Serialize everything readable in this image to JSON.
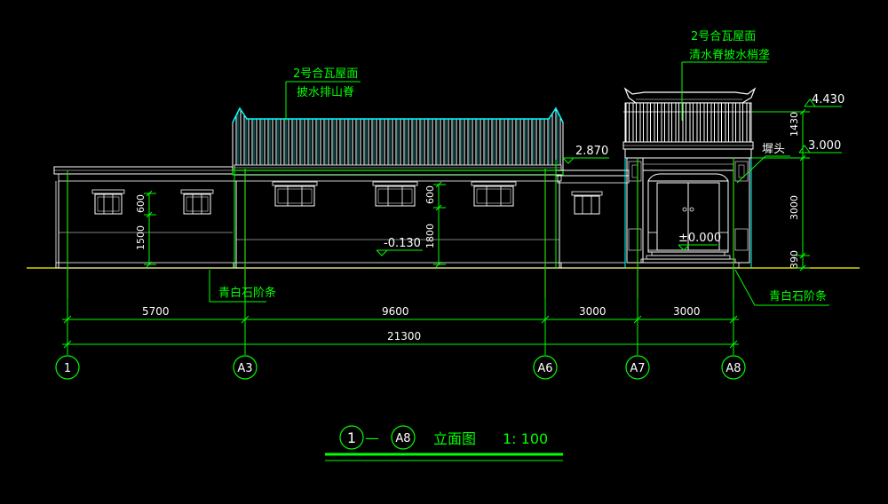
{
  "roof_labels": {
    "main_line1": "2号合瓦屋面",
    "main_line2": "披水排山脊",
    "gate_line1": "2号合瓦屋面",
    "gate_line2": "清水脊披水梢垄"
  },
  "annotations": {
    "stone_step_left": "青白石阶条",
    "stone_step_right": "青白石阶条",
    "wall_corner": "墀头"
  },
  "elevations": {
    "gate_ridge": "4.430",
    "gate_eave": "3.000",
    "side_eave": "2.870",
    "ground": "±0.000",
    "floor_main": "-0.130"
  },
  "vertical_dims": {
    "gate_roof": "1430",
    "gate_wall": "3000",
    "gate_base": "390",
    "window_left": "600",
    "sill_left": "1500",
    "window_mid": "600",
    "sill_mid": "1800"
  },
  "horizontal_dims": {
    "seg1": "5700",
    "seg2": "9600",
    "seg3": "3000",
    "seg4": "3000",
    "total": "21300"
  },
  "axes": {
    "a1": "1",
    "a2": "A3",
    "a3": "A6",
    "a4": "A7",
    "a5": "A8"
  },
  "title": {
    "from_axis": "1",
    "dash": "—",
    "to_axis": "A8",
    "name": "立面图",
    "scale": "1: 100"
  }
}
